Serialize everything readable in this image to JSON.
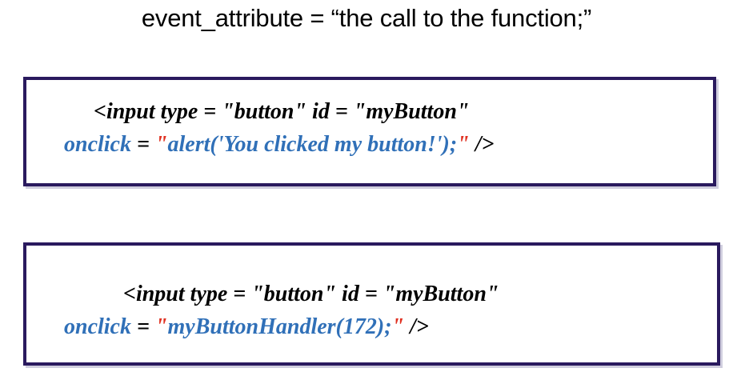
{
  "title": "event_attribute = “the call to the function;”",
  "colors": {
    "border": "#2A1A5E",
    "attribute_blue": "#3070B8",
    "quote_red": "#E03020",
    "plain_black": "#000000",
    "background": "#FFFFFF"
  },
  "boxes": [
    {
      "name": "inline-alert-example",
      "lines": [
        {
          "tokens": [
            {
              "text": "<input type = \"button\" id = \"myButton\"",
              "style": "plain"
            }
          ]
        },
        {
          "tokens": [
            {
              "text": "onclick",
              "style": "attr"
            },
            {
              "text": " = ",
              "style": "plain"
            },
            {
              "text": "\"",
              "style": "quote"
            },
            {
              "text": "alert('You clicked my button!');",
              "style": "string"
            },
            {
              "text": "\"",
              "style": "quote"
            },
            {
              "text": " />",
              "style": "plain"
            }
          ]
        }
      ]
    },
    {
      "name": "handler-call-example",
      "lines": [
        {
          "tokens": [
            {
              "text": "<input type = \"button\" id = \"myButton\"",
              "style": "plain"
            }
          ]
        },
        {
          "tokens": [
            {
              "text": "onclick",
              "style": "attr"
            },
            {
              "text": " = ",
              "style": "plain"
            },
            {
              "text": "\"",
              "style": "quote"
            },
            {
              "text": "myButtonHandler(172);",
              "style": "string"
            },
            {
              "text": "\"",
              "style": "quote"
            },
            {
              "text": " />",
              "style": "plain"
            }
          ]
        }
      ]
    }
  ]
}
